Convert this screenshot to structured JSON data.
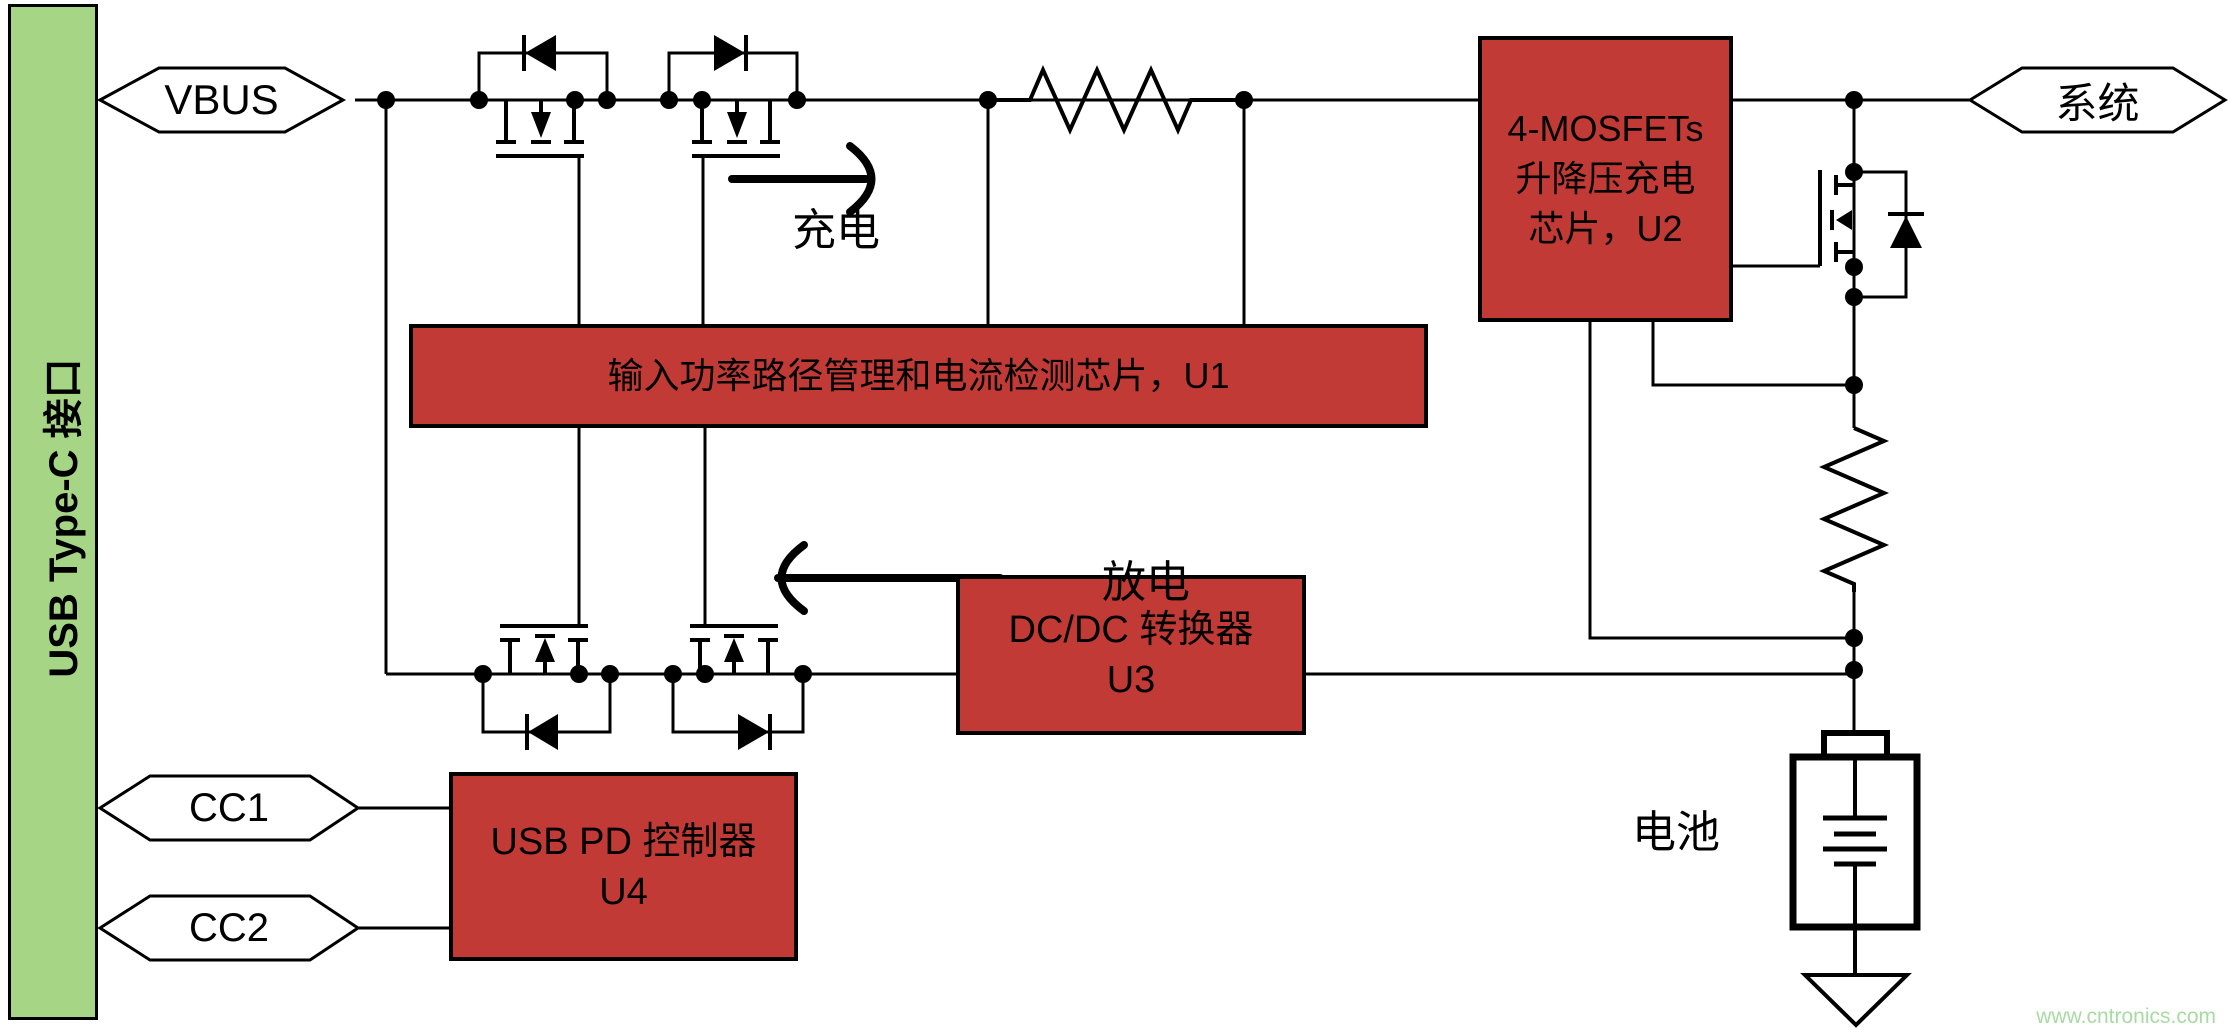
{
  "connector": {
    "label": "USB Type-C 接口"
  },
  "ports": {
    "vbus": "VBUS",
    "system": "系统",
    "cc1": "CC1",
    "cc2": "CC2"
  },
  "chips": {
    "u1": {
      "label": "输入功率路径管理和电流检测芯片，U1"
    },
    "u2": {
      "line1": "4-MOSFETs",
      "line2": "升降压充电",
      "line3": "芯片，U2"
    },
    "u3": {
      "line1": "DC/DC 转换器",
      "line2": "U3"
    },
    "u4": {
      "line1": "USB PD 控制器",
      "line2": "U4"
    }
  },
  "flows": {
    "charge": "充电",
    "discharge": "放电"
  },
  "battery": {
    "label": "电池"
  },
  "watermark": {
    "text": "www.cntronics.com"
  },
  "colors": {
    "connector_green": "#a6d586",
    "chip_red": "#c23a35",
    "wire": "#000000",
    "watermark_green": "#a8dba2"
  }
}
